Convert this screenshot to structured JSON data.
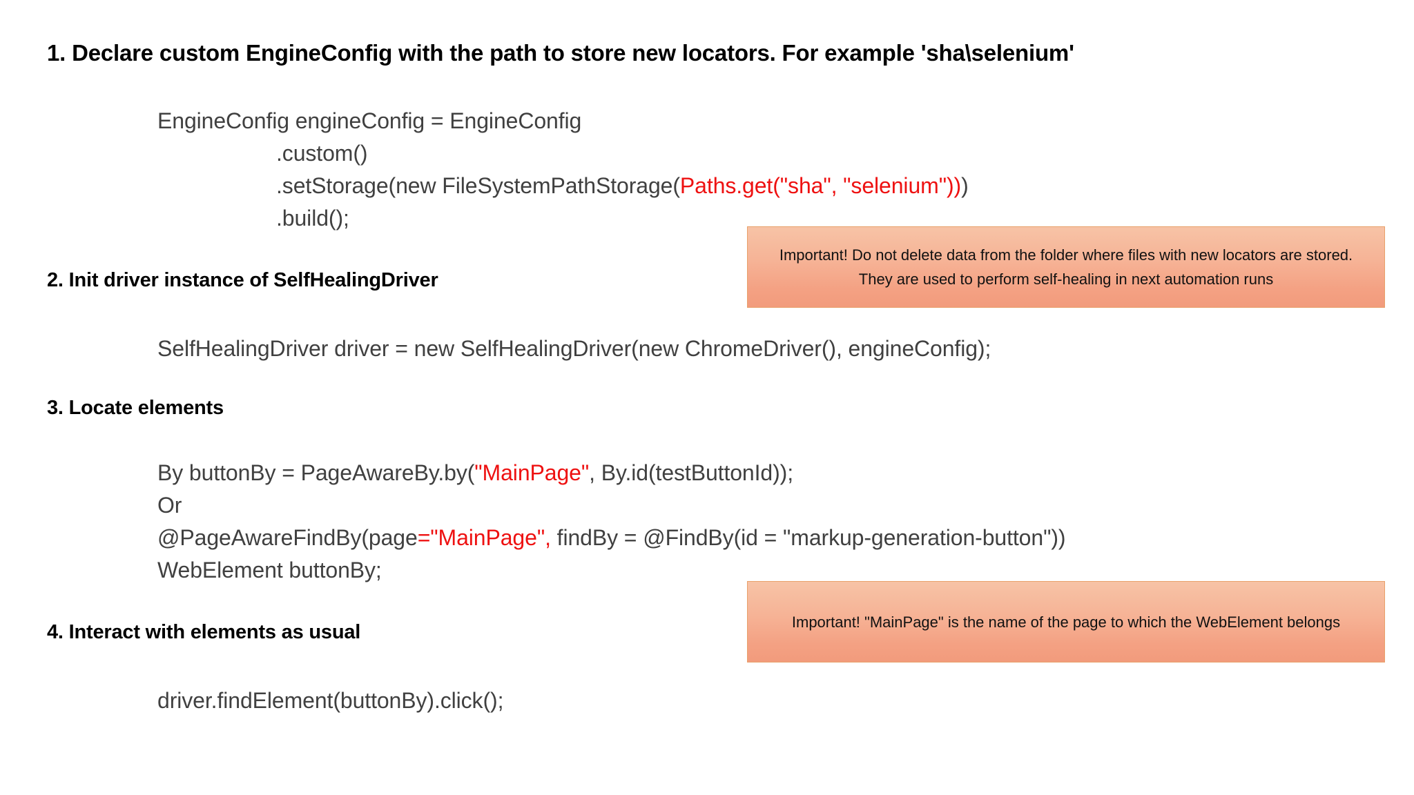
{
  "slide": {
    "background_color": "#ffffff",
    "code_text_color": "#404040",
    "highlight_color": "#ee1111",
    "callout_fill_top": "#f7c3a6",
    "callout_fill_bottom": "#f29b7c",
    "callout_border_color": "#e8a06a"
  },
  "steps": [
    {
      "heading": "1. Declare custom EngineConfig with the path to store new locators. For example 'sha\\selenium'",
      "code_lines": [
        {
          "indent": 0,
          "segments": [
            {
              "text": "EngineConfig engineConfig = EngineConfig",
              "color": "default"
            }
          ]
        },
        {
          "indent": 1,
          "segments": [
            {
              "text": ".custom()",
              "color": "default"
            }
          ]
        },
        {
          "indent": 1,
          "segments": [
            {
              "text": ".setStorage(new FileSystemPathStorage(",
              "color": "default"
            },
            {
              "text": "Paths.get(\"sha\", \"selenium\"))",
              "color": "highlight"
            },
            {
              "text": ")",
              "color": "default"
            }
          ]
        },
        {
          "indent": 1,
          "segments": [
            {
              "text": ".build();",
              "color": "default"
            }
          ]
        }
      ]
    },
    {
      "heading": "2. Init driver instance of SelfHealingDriver",
      "code_lines": [
        {
          "indent": 0,
          "segments": [
            {
              "text": "SelfHealingDriver driver = new SelfHealingDriver(new ChromeDriver(), engineConfig);",
              "color": "default"
            }
          ]
        }
      ]
    },
    {
      "heading": "3. Locate elements",
      "code_lines": [
        {
          "indent": 0,
          "segments": [
            {
              "text": "By buttonBy = PageAwareBy.by(",
              "color": "default"
            },
            {
              "text": "\"MainPage\"",
              "color": "highlight"
            },
            {
              "text": ", By.id(testButtonId));",
              "color": "default"
            }
          ]
        },
        {
          "indent": 0,
          "segments": [
            {
              "text": "Or",
              "color": "default"
            }
          ]
        },
        {
          "indent": 0,
          "segments": [
            {
              "text": "@PageAwareFindBy(page",
              "color": "default"
            },
            {
              "text": "=\"MainPage\",",
              "color": "highlight"
            },
            {
              "text": " findBy = @FindBy(id = \"markup-generation-button\"))",
              "color": "default"
            }
          ]
        },
        {
          "indent": 0,
          "segments": [
            {
              "text": "WebElement buttonBy;",
              "color": "default"
            }
          ]
        }
      ]
    },
    {
      "heading": "4. Interact with elements as usual",
      "code_lines": [
        {
          "indent": 0,
          "segments": [
            {
              "text": "driver.findElement(buttonBy).click();",
              "color": "default"
            }
          ]
        }
      ]
    }
  ],
  "callouts": [
    {
      "id": "storage-warning",
      "text": "Important! Do not delete data from the folder where files with new locators are stored. They are used to perform self-healing in next automation runs"
    },
    {
      "id": "mainpage-note",
      "text": "Important! \"MainPage\" is the name of the page to which the WebElement belongs"
    }
  ]
}
